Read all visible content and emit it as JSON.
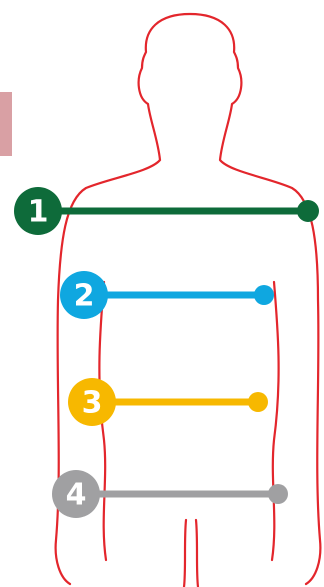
{
  "outline_color": "#e3262c",
  "side_tab_color": "#d9a0a4",
  "measurements": [
    {
      "number": "1",
      "color": "#0e6b3a"
    },
    {
      "number": "2",
      "color": "#0fa7e0"
    },
    {
      "number": "3",
      "color": "#f7b800"
    },
    {
      "number": "4",
      "color": "#a0a0a2"
    }
  ]
}
